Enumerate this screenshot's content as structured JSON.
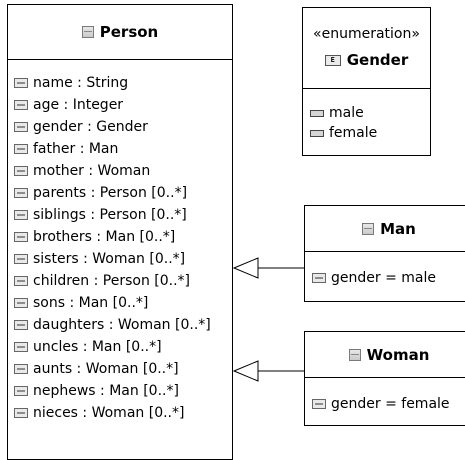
{
  "person": {
    "name": "Person",
    "attributes": [
      "name : String",
      "age : Integer",
      "gender : Gender",
      "father : Man",
      "mother : Woman",
      "parents : Person [0..*]",
      "siblings : Person [0..*]",
      "brothers : Man [0..*]",
      "sisters : Woman [0..*]",
      "children : Person [0..*]",
      "sons : Man [0..*]",
      "daughters : Woman [0..*]",
      "uncles : Man [0..*]",
      "aunts : Woman [0..*]",
      "nephews : Man [0..*]",
      "nieces : Woman [0..*]"
    ]
  },
  "gender": {
    "stereotype": "«enumeration»",
    "name": "Gender",
    "icon_text": "E",
    "literals": [
      "male",
      "female"
    ]
  },
  "man": {
    "name": "Man",
    "attributes": [
      "gender = male"
    ]
  },
  "woman": {
    "name": "Woman",
    "attributes": [
      "gender = female"
    ]
  }
}
